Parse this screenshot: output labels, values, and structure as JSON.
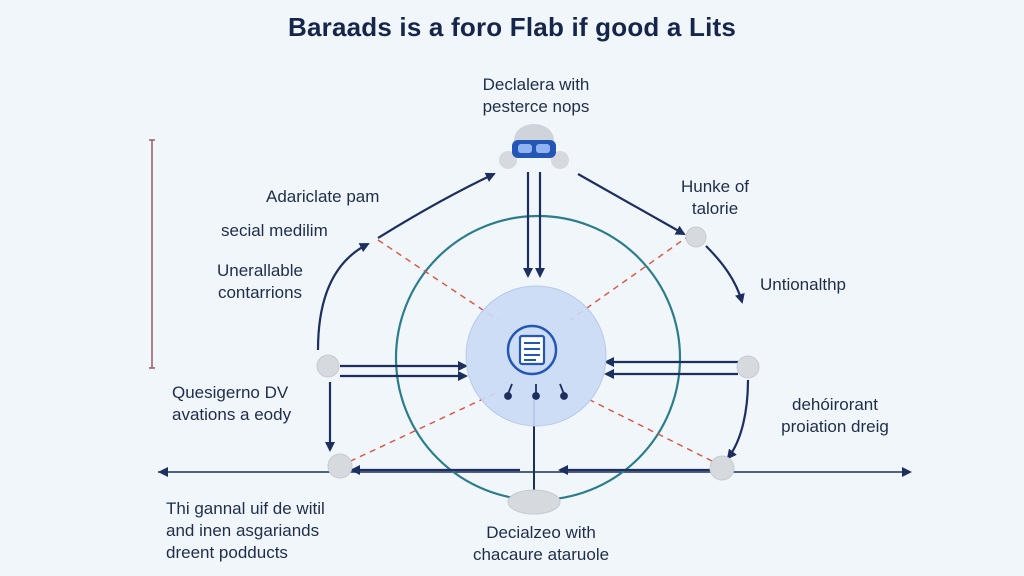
{
  "title": "Baraads is a foro Flab if good a Lits",
  "labels": {
    "top": [
      "Declalera with",
      "pesterce nops"
    ],
    "left_upper": "Adariclate pam",
    "left_mid": "secial medilim",
    "left_lower": [
      "Unerallable",
      "contarrions"
    ],
    "left_bottom": [
      "Quesigerno DV",
      "avations a eody"
    ],
    "bottom_left": [
      "Thi gannal uif de witil",
      "and inen asgariands",
      "dreent podducts"
    ],
    "bottom": [
      "Decialzeo with",
      "chacaure ataruole"
    ],
    "right_upper": [
      "Hunke of",
      "talorie"
    ],
    "right_mid": "Untionalthp",
    "right_lower": [
      "dehóirorant",
      "proiation dreig"
    ]
  },
  "colors": {
    "navy": "#1c2f5e",
    "teal_ring": "#2b7c8c",
    "red_dash": "#d9533f",
    "hub_fill": "#c9daf5",
    "icon_blue": "#2456b5",
    "node_gray": "#d4d8dc"
  },
  "icons": {
    "hub": "document-icon",
    "top_node": "vr-headset-icon"
  }
}
